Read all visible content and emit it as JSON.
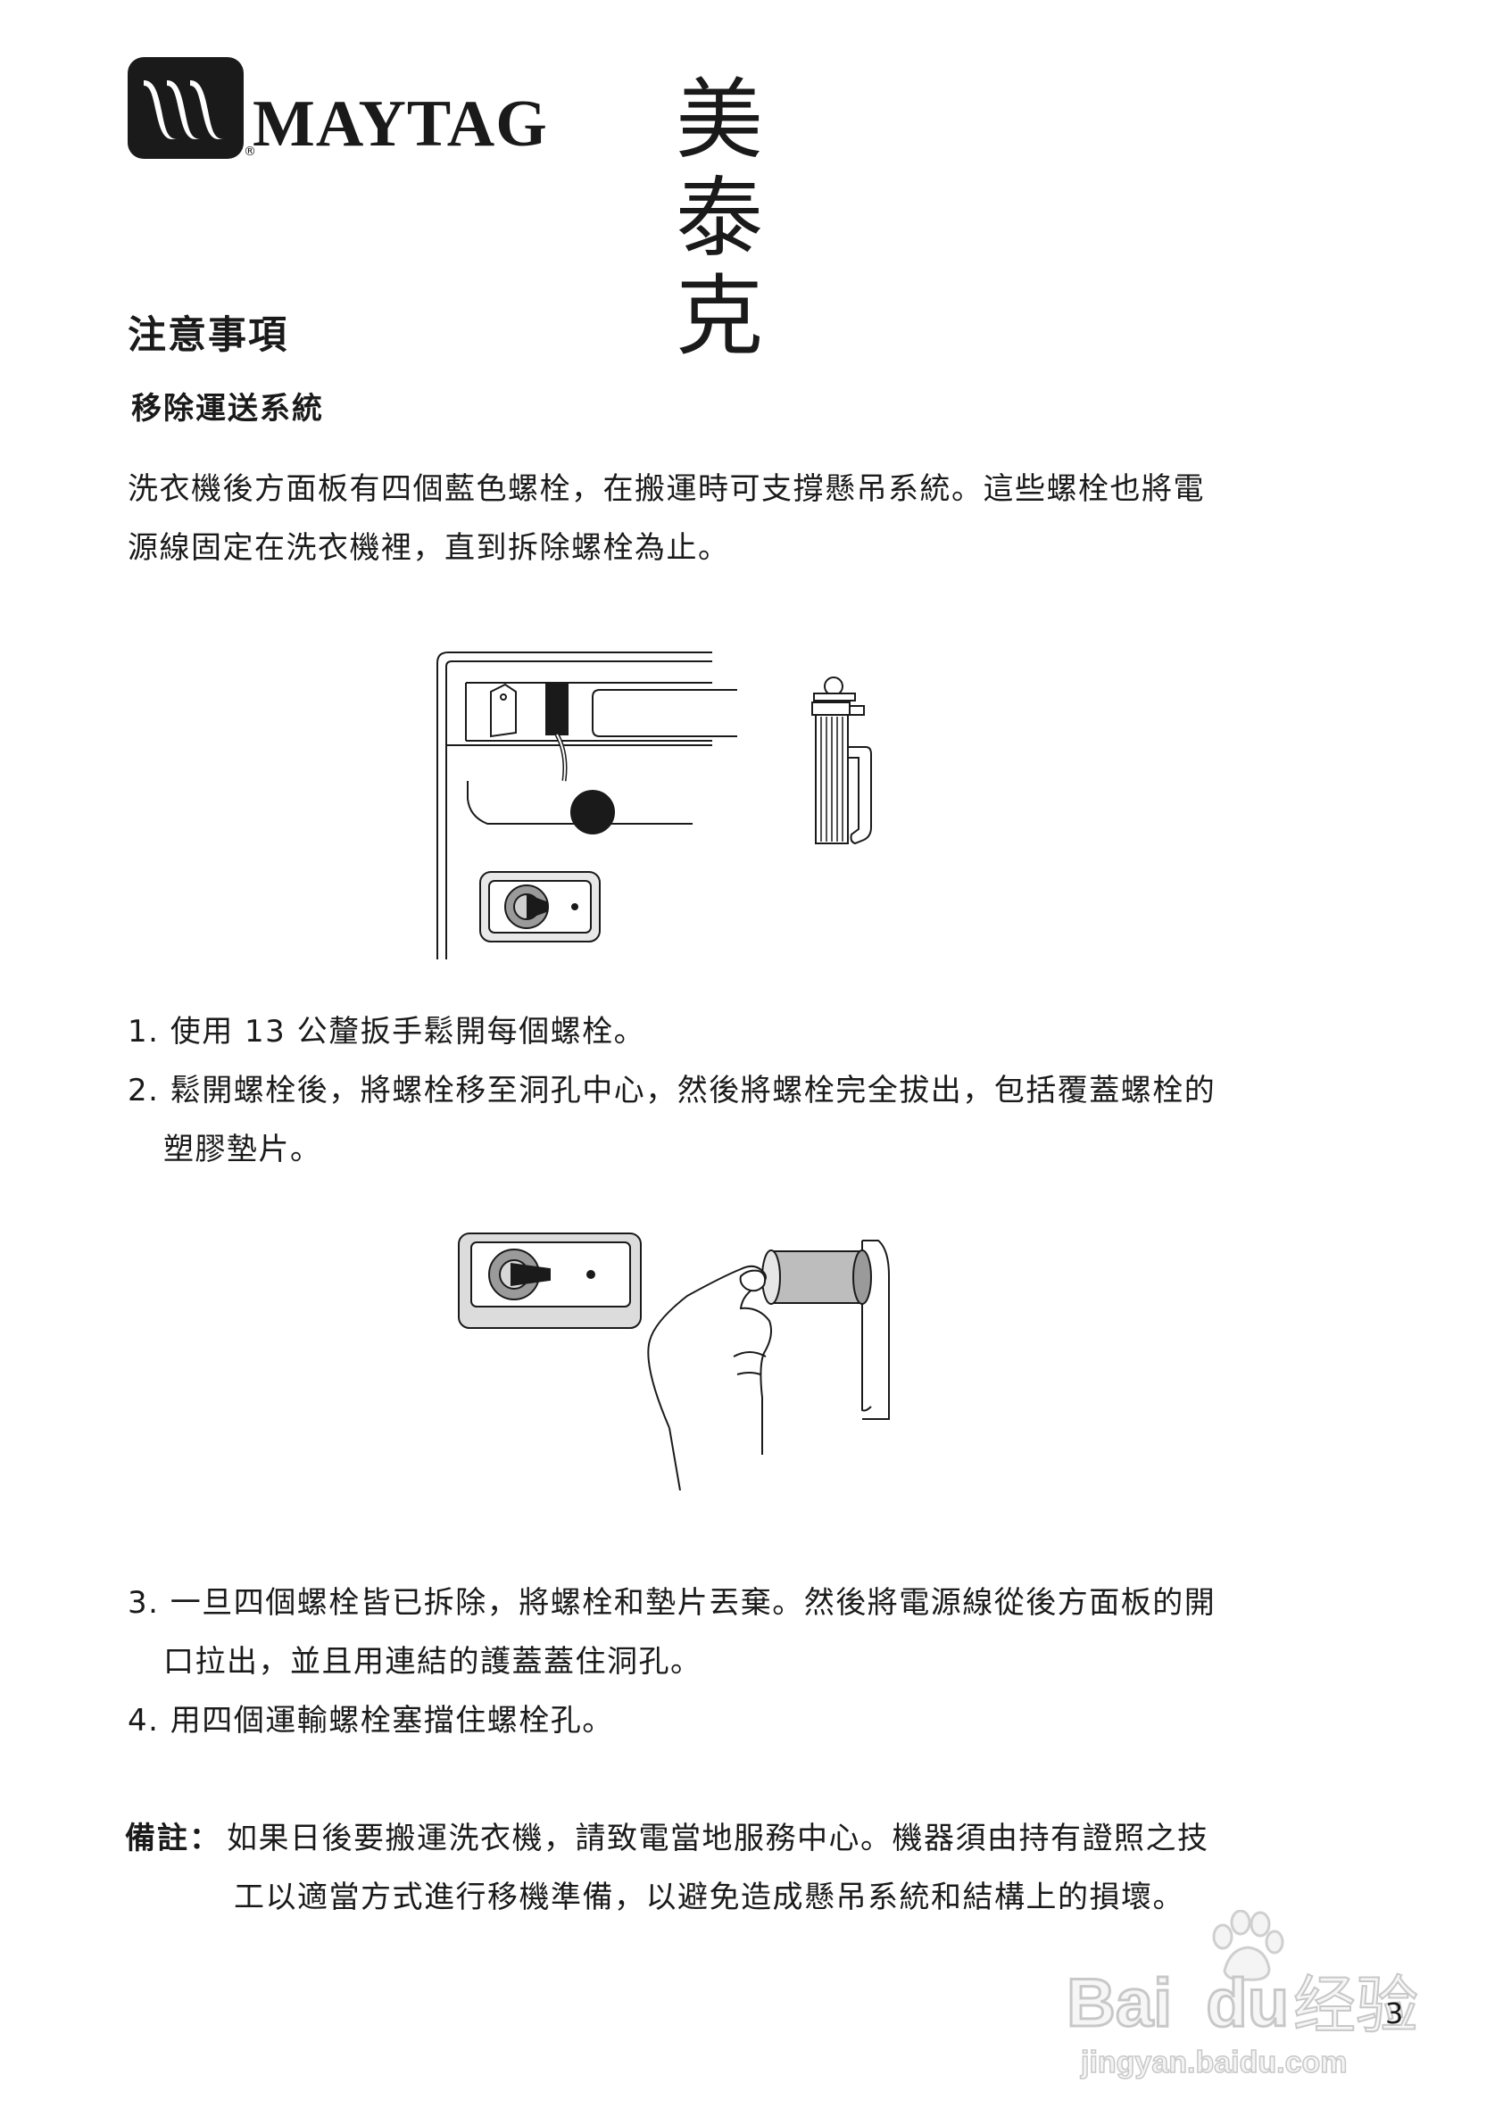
{
  "brand": {
    "name": "MAYTAG",
    "name_cjk": "美泰克",
    "registered": "®"
  },
  "heading": "注意事項",
  "subheading": "移除運送系統",
  "intro": {
    "line1": "洗衣機後方面板有四個藍色螺栓，在搬運時可支撐懸吊系統。這些螺栓也將電",
    "line2": "源線固定在洗衣機裡，直到拆除螺栓為止。"
  },
  "steps": {
    "s1": "1. 使用 13 公釐扳手鬆開每個螺栓。",
    "s2a": "2. 鬆開螺栓後，將螺栓移至洞孔中心，然後將螺栓完全拔出，包括覆蓋螺栓的",
    "s2b": "塑膠墊片。",
    "s3a": "3. 一旦四個螺栓皆已拆除，將螺栓和墊片丟棄。然後將電源線從後方面板的開",
    "s3b": "口拉出，並且用連結的護蓋蓋住洞孔。",
    "s4": "4. 用四個運輸螺栓塞擋住螺栓孔。"
  },
  "note": {
    "label": "備註：",
    "line1": "如果日後要搬運洗衣機，請致電當地服務中心。機器須由持有證照之技",
    "line2": "工以適當方式進行移機準備，以避免造成懸吊系統和結構上的損壞。"
  },
  "page_number": "3",
  "watermark": {
    "main": "Bai",
    "main2": "du",
    "cjk": "经验",
    "url": "jingyan.baidu.com"
  }
}
